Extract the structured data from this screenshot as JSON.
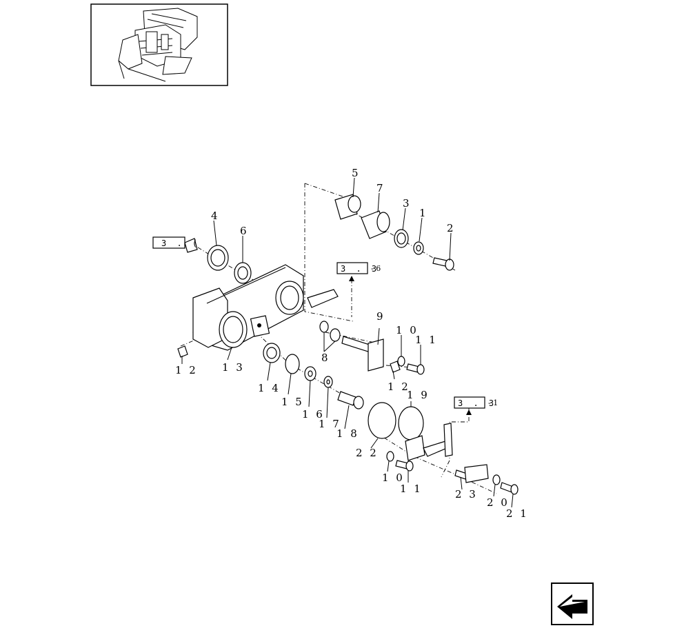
{
  "callouts": {
    "c1": "1",
    "c2": "2",
    "c3": "3",
    "c4": "4",
    "c5": "5",
    "c6": "6",
    "c7": "7",
    "c8": "8",
    "c9": "9",
    "c10a": "1 0",
    "c11a": "1 1",
    "c12a": "1 2",
    "c12b": "1 2",
    "c13": "1 3",
    "c14": "1 4",
    "c15": "1 5",
    "c16": "1 6",
    "c17": "1 7",
    "c18": "1 8",
    "c19": "1 9",
    "c10b": "1 0",
    "c11b": "1 1",
    "c20": "2 0",
    "c21": "2 1",
    "c22": "2 2",
    "c23": "2 3"
  },
  "references": {
    "ref_left": "3 . (",
    "ref_mid": "3 . 3",
    "ref_mid_suffix": "- 6",
    "ref_right": "3 . 3",
    "ref_right_suffix": "- 1"
  },
  "icons": {
    "thumbnail": "machine-thumbnail",
    "nav": "back-arrow-icon"
  }
}
